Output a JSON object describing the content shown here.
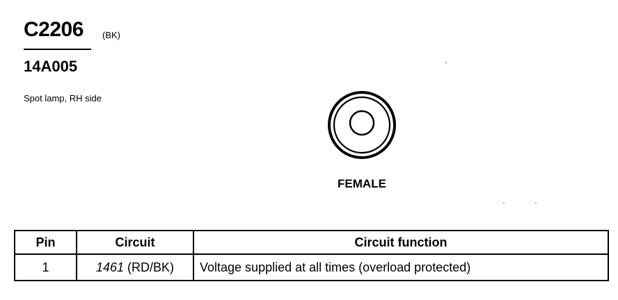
{
  "connector": {
    "id": "C2206",
    "color_code": "(BK)",
    "part_number": "14A005",
    "description": "Spot lamp, RH side",
    "face_label": "FEMALE"
  },
  "table": {
    "headers": [
      "Pin",
      "Circuit",
      "Circuit function"
    ],
    "rows": [
      {
        "pin": "1",
        "circuit_number": "1461",
        "circuit_color": "(RD/BK)",
        "function": "Voltage supplied at all times (overload protected)"
      }
    ]
  }
}
